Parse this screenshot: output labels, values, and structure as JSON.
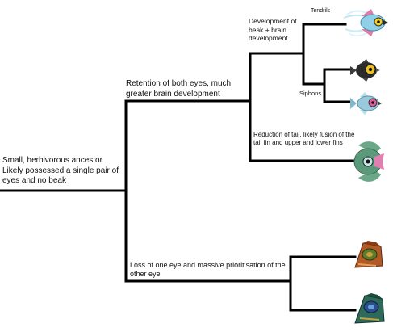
{
  "tree": {
    "root": {
      "label": "Small, herbivorous ancestor. Likely possessed a single pair of eyes and no beak"
    },
    "nodes": {
      "two_eyes": {
        "label": "Retention of both eyes, much greater brain development"
      },
      "beak_brain": {
        "label": "Development of beak + brain development"
      },
      "tail_reduction": {
        "label": "Reduction of tail, likely fusion of the tail fin and upper and lower fins"
      },
      "one_eye": {
        "label": "Loss of one eye and massive prioritisation of the other eye"
      }
    },
    "annotations": {
      "tendrils": "Tendrils",
      "siphons": "Siphons"
    },
    "organisms": [
      {
        "icon": "tendril-fish-creature-icon",
        "body_color": "#8fd0e8",
        "eye_color": "#f5d21a"
      },
      {
        "icon": "dark-round-fish-creature-icon",
        "body_color": "#2b2b2b",
        "eye_color": "#f0c020"
      },
      {
        "icon": "siphon-fish-creature-icon",
        "body_color": "#9ac9dc",
        "eye_color": "#e0609a"
      },
      {
        "icon": "green-flat-fish-creature-icon",
        "body_color": "#5a9a7a",
        "eye_color": "#c9e6e6"
      },
      {
        "icon": "orange-one-eyed-creature-icon",
        "body_color": "#b25a26",
        "eye_color": "#5f7a2a"
      },
      {
        "icon": "green-blue-one-eyed-creature-icon",
        "body_color": "#2e6a5a",
        "eye_color": "#2a4e8a"
      }
    ],
    "line_color": "#000000"
  }
}
